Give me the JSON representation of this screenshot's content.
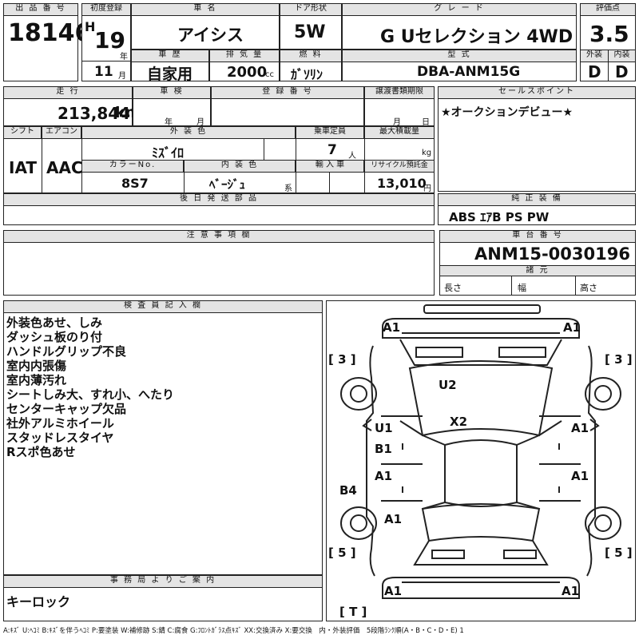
{
  "header": {
    "lot_label": "出 品 番 号",
    "lot_number": "18146",
    "first_reg_label": "初度登録",
    "era": "H",
    "year": "19",
    "year_unit": "年",
    "month": "11",
    "month_unit": "月",
    "car_name_label": "車 名",
    "car_name": "アイシス",
    "door_label": "ドア形状",
    "door": "5W",
    "grade_label": "グ レ ー ド",
    "grade": "G Uセレクション 4WD",
    "score_label": "評価点",
    "score": "3.5",
    "history_label": "車 歴",
    "history": "自家用",
    "displacement_label": "排 気 量",
    "displacement": "2000",
    "displacement_unit": "cc",
    "fuel_label": "燃 料",
    "fuel": "ｶﾞｿﾘﾝ",
    "model_label": "型 式",
    "model": "DBA-ANM15G",
    "exterior_label": "外装",
    "exterior_grade": "D",
    "interior_label": "内装",
    "interior_grade": "D"
  },
  "row2": {
    "mileage_label": "走 行",
    "mileage": "213,844",
    "mileage_unit": "km",
    "inspection_label": "車 検",
    "inspection_year_unit": "年",
    "inspection_month_unit": "月",
    "reg_number_label": "登 録 番 号",
    "transfer_label": "譲渡書類期限",
    "transfer_month_unit": "月",
    "transfer_day_unit": "日",
    "shift_label": "シフト",
    "shift": "IAT",
    "ac_label": "エアコン",
    "ac": "AAC",
    "color_label": "外 装 色",
    "color": "ﾐｽﾞｲﾛ",
    "capacity_label": "乗車定員",
    "capacity": "7",
    "capacity_unit": "人",
    "max_load_label": "最大積載量",
    "max_load_unit": "kg",
    "color_no_label": "カラーNo.",
    "color_no": "8S7",
    "interior_color_label": "内 装 色",
    "interior_color": "ﾍﾞｰｼﾞｭ",
    "interior_color_suffix": "系",
    "import_label": "輸 入 車",
    "recycle_label": "リサイクル預託金",
    "recycle": "13,010",
    "recycle_unit": "円",
    "later_parts_label": "後 日 発 送 部 品"
  },
  "sales_point": {
    "label": "セールスポイント",
    "text": "★オークションデビュー★"
  },
  "genuine": {
    "label": "純 正 装 備",
    "text": "ABS ｴｱB PS PW"
  },
  "cautions": {
    "label": "注 意 事 項 欄"
  },
  "chassis": {
    "label": "車 台 番 号",
    "number": "ANM15-0030196",
    "specs_label": "諸 元",
    "length_label": "長さ",
    "width_label": "幅",
    "height_label": "高さ"
  },
  "inspector": {
    "label": "検 査 員 記 入 欄",
    "notes": [
      "外装色あせ、しみ",
      "ダッシュ板のり付",
      "ハンドルグリップ不良",
      "室内内張傷",
      "室内薄汚れ",
      "シートしみ大、すれ小、へたり",
      "センターキャップ欠品",
      "社外アルミホイール",
      "スタッドレスタイヤ",
      "Rスポ色あせ"
    ]
  },
  "office": {
    "label": "事 務 局 よ り ご 案 内",
    "text": "キーロック"
  },
  "diagram": {
    "codes": {
      "front_left": "A1",
      "front_right": "A1",
      "tire_front_left": "[ 3 ]",
      "tire_front_right": "[ 3 ]",
      "roof": "U2",
      "center": "X2",
      "door_front_left_u": "U1",
      "door_front_left_b": "B1",
      "door_front_right": "A1",
      "door_rear_left": "A1",
      "door_rear_right": "A1",
      "sill_left": "B4",
      "rear_fender_left": "A1",
      "tire_rear_left": "[ 5 ]",
      "tire_rear_right": "[ 5 ]",
      "rear_left": "A1",
      "rear_right": "A1",
      "spare_tire": "[ T ]"
    }
  },
  "legend": "A:ｷｽﾞ U:ﾍｺﾐ B:ｷｽﾞを伴うﾍｺﾐ P:要塗装 W:補修跡 S:錆 C:腐食 G:ﾌﾛﾝﾄｶﾞﾗｽ点ｷｽﾞ XX:交換済み X:要交換　内・外装評価　5段階ﾗﾝｸ順(A・B・C・D・E) 1"
}
